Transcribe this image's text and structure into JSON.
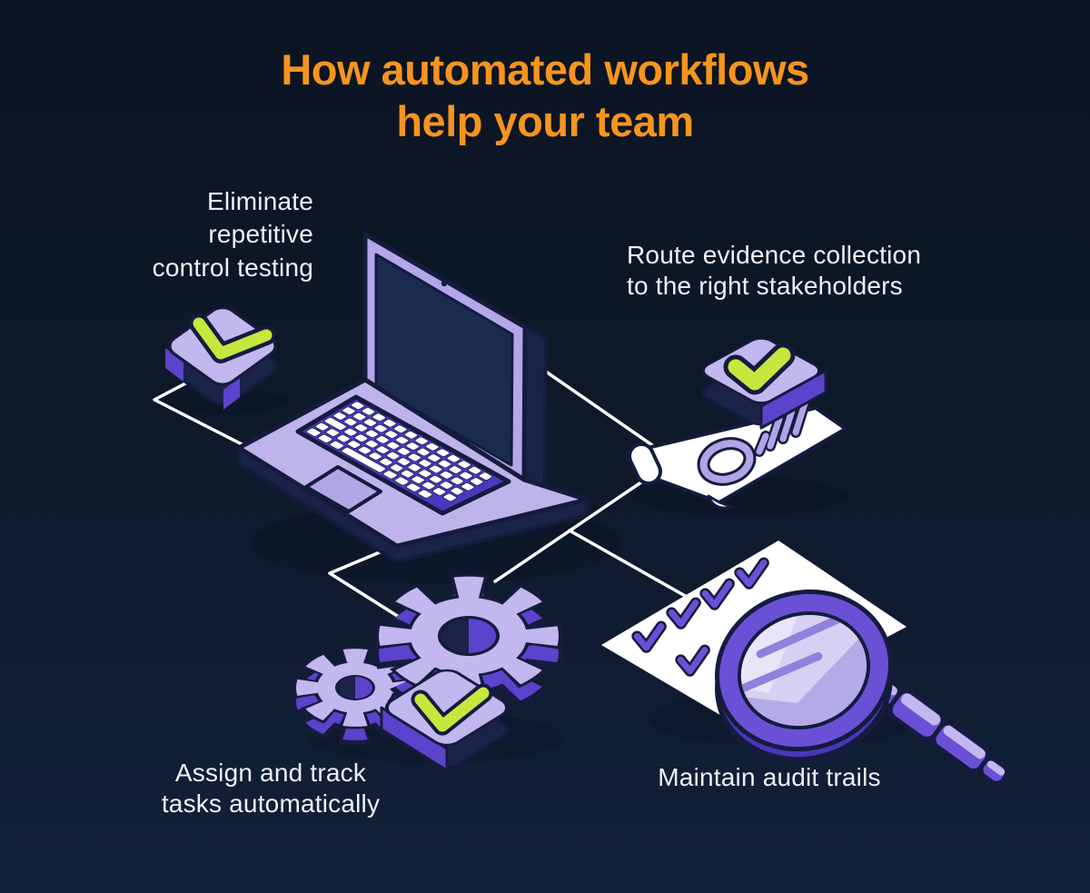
{
  "title": {
    "line1": "How automated workflows",
    "line2": "help your team"
  },
  "labels": {
    "eliminate": {
      "lines": [
        "Eliminate",
        "repetitive",
        "control testing"
      ]
    },
    "route": {
      "lines": [
        "Route evidence collection",
        "to the right stakeholders"
      ]
    },
    "assign": {
      "lines": [
        "Assign and track",
        "tasks automatically"
      ]
    },
    "audit": {
      "lines": [
        "Maintain audit trails"
      ]
    }
  },
  "illustrations": {
    "check_tile": "check-tile-icon",
    "laptop": "laptop-icon",
    "stamped_document": "stamped-document-icon",
    "gears_check_tile": "gears-check-tile-icon",
    "audit_magnifier": "audit-checklist-magnifier-icon"
  },
  "colors": {
    "background_top": "#0b1422",
    "background_bottom": "#122039",
    "title_orange": "#f7941e",
    "label_text": "#eef1f7",
    "lavender": "#c2b7ee",
    "laptop_body": "#bfb3ec",
    "purple": "#5b43cc",
    "magnifier_purple": "#6a50d5",
    "indigo_keyboard": "#4a38bf",
    "lime_check": "#c6e83e",
    "outline_navy": "#141c3e",
    "dark_side": "#1b2348",
    "screen_navy": "#1b2b50",
    "connector_line": "#ffffff",
    "paper_white": "#ffffff"
  }
}
